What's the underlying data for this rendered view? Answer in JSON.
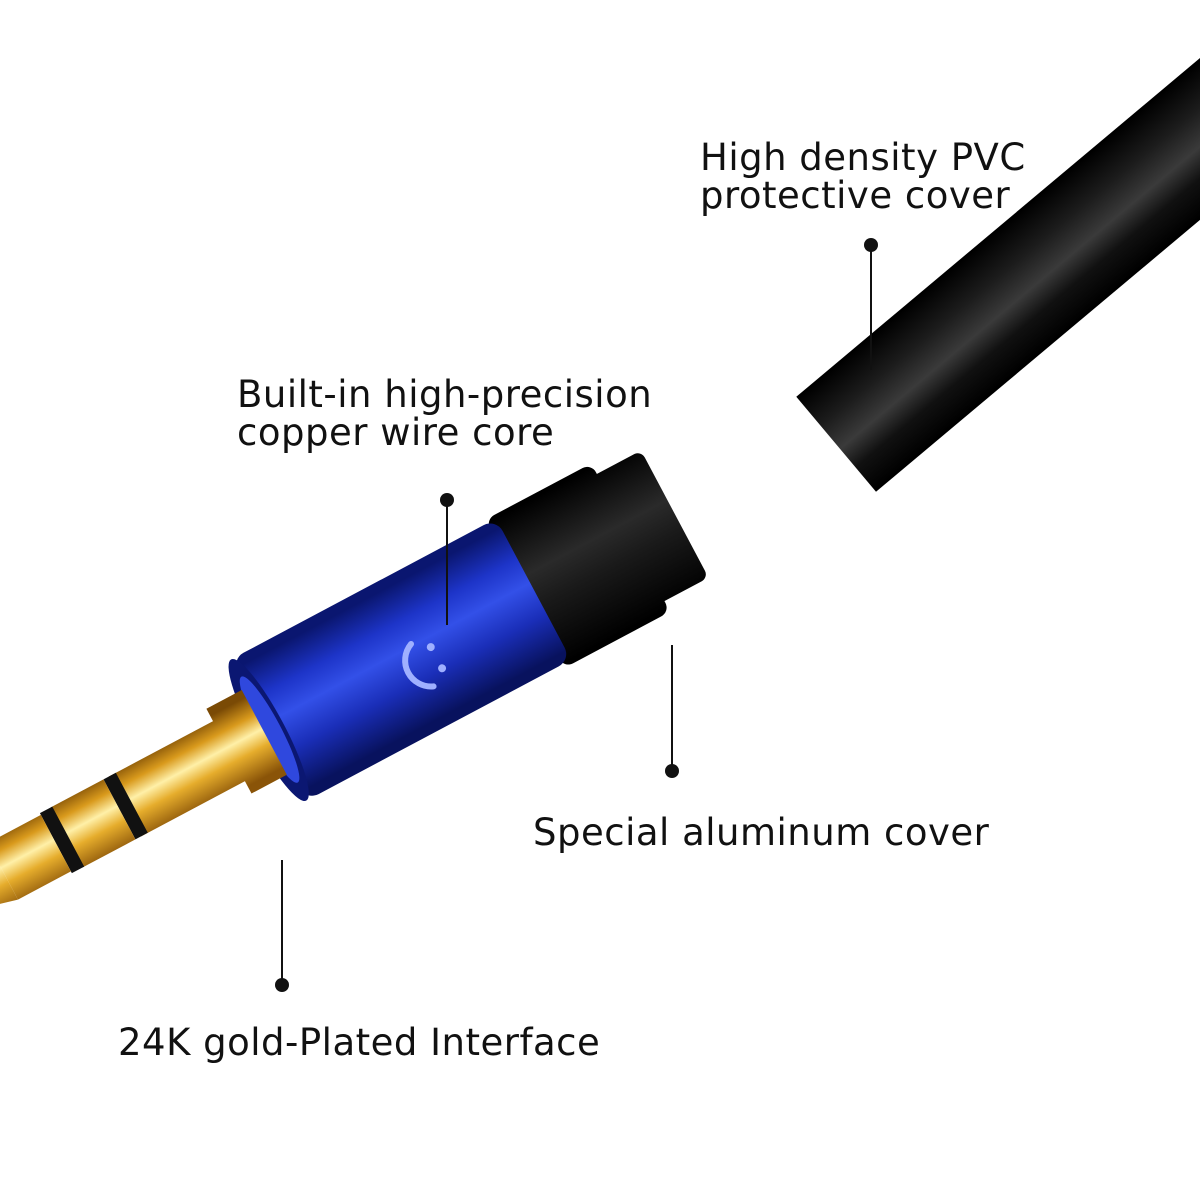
{
  "callouts": {
    "pvc": {
      "line1": "High density PVC",
      "line2": "protective cover"
    },
    "copper": {
      "line1": "Built-in high-precision",
      "line2": "copper wire core"
    },
    "aluminum": {
      "line1": "Special aluminum cover"
    },
    "gold": {
      "line1": "24K gold-Plated Interface"
    }
  },
  "colors": {
    "cable": "#0b0b0b",
    "aluminum_shell": "#1b33c4",
    "gold_plug": "#e0a020",
    "insulator_ring": "#111111",
    "text": "#111111"
  },
  "icons": {
    "shell_logo": "smiley-face-icon"
  }
}
